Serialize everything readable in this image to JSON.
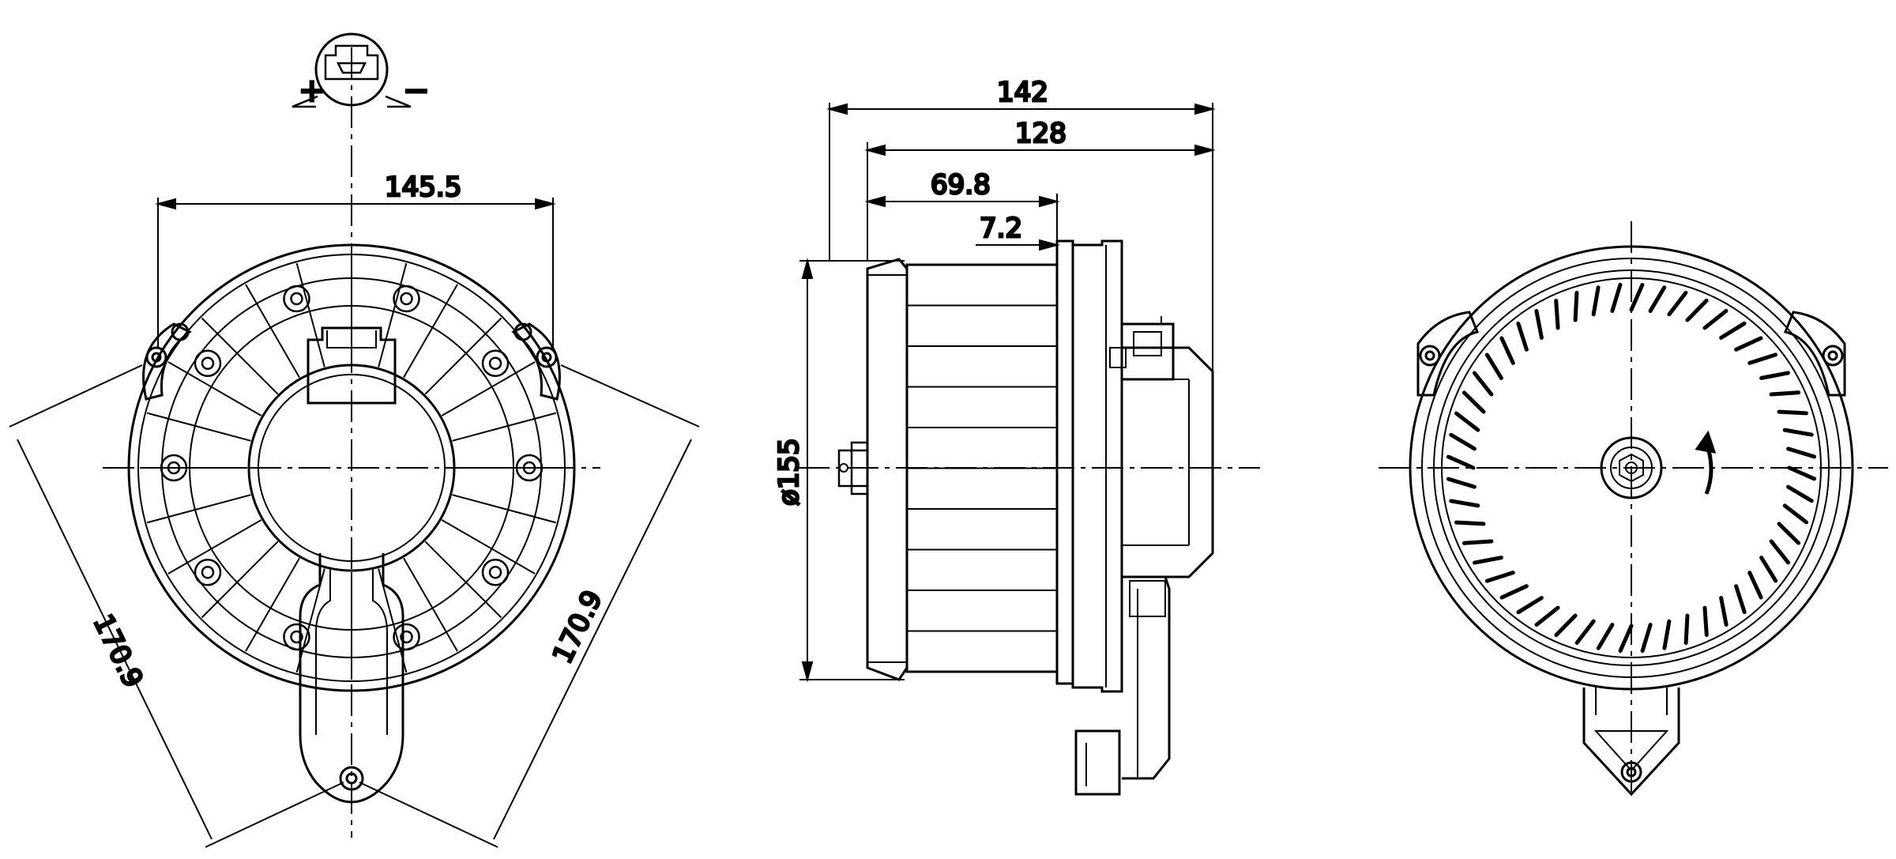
{
  "drawing": {
    "stroke_color": "#000000",
    "background": "#ffffff",
    "front_view": {
      "connector_plus": "+",
      "connector_minus": "−",
      "dim_width": "145.5",
      "dim_left_diag": "170.9",
      "dim_right_diag": "170.9"
    },
    "side_view": {
      "dim_overall": "142",
      "dim_body": "128",
      "dim_wheel": "69.8",
      "dim_offset": "7.2",
      "dim_diameter": "ø155"
    },
    "rear_view": {
      "rotation_icon": "rotation-arrow-icon"
    }
  }
}
